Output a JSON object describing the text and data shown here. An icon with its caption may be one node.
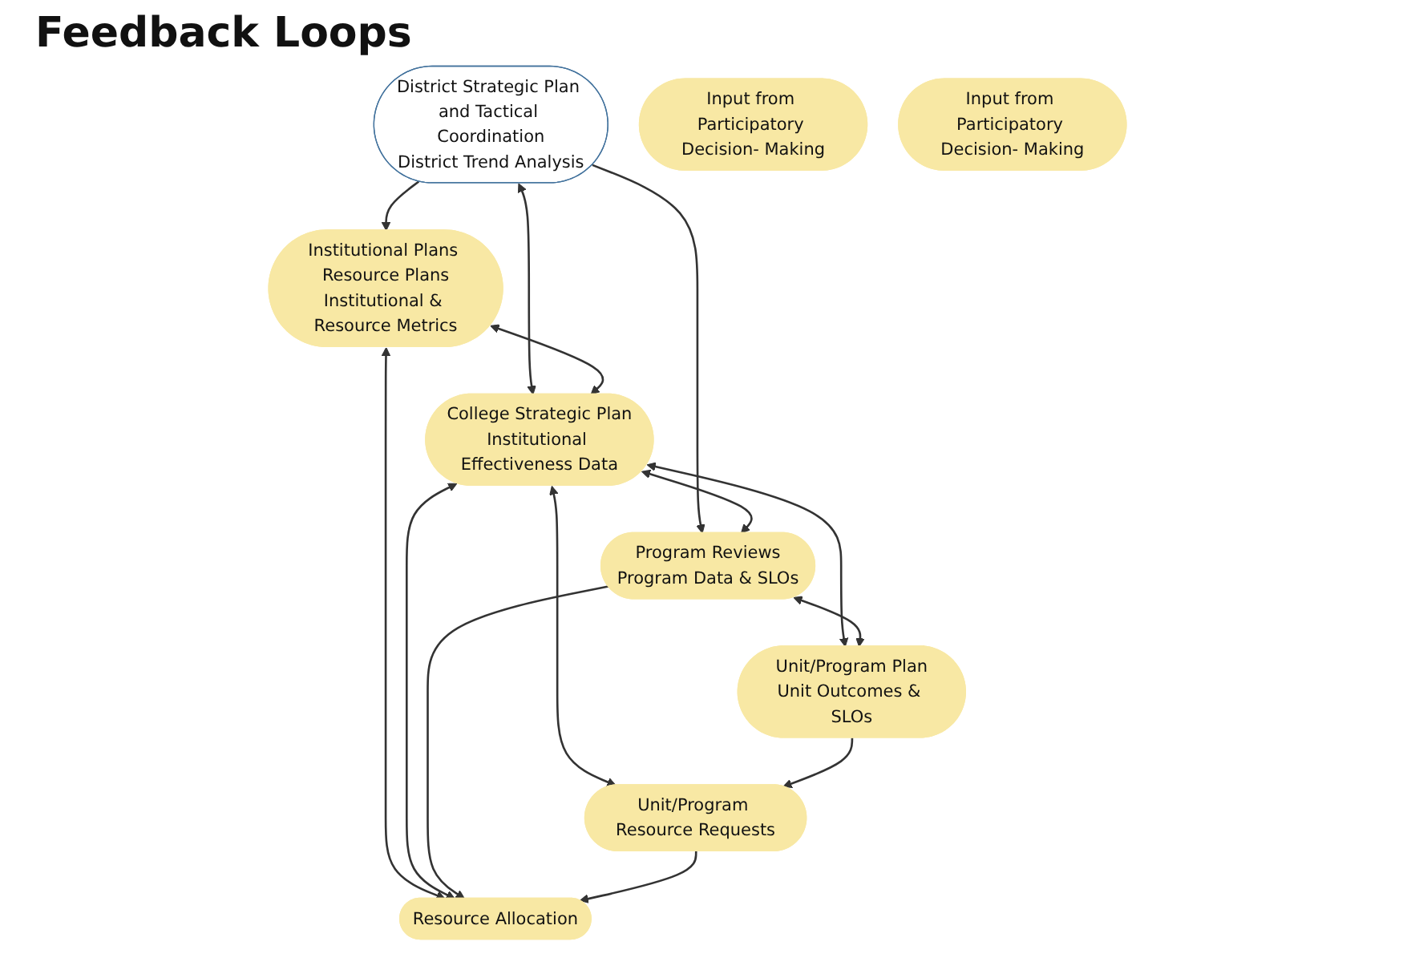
{
  "diagram": {
    "title": "Feedback Loops",
    "nodes": [
      {
        "text": [
          "District Strategic Plan and Tactical Coordination",
          "District Trend Analysis"
        ]
      },
      {
        "text": [
          "Institutional Plans Resource Plans",
          "Institutional & Resource Metrics"
        ]
      },
      {
        "text": [
          "College Strategic Plan",
          "Institutional Effectiveness Data"
        ]
      },
      {
        "text": [
          "Program Reviews",
          "Program Data & SLOs"
        ]
      },
      {
        "text": [
          "Resource Allocation"
        ]
      },
      {
        "text": [
          "Unit/Program Resource Requests"
        ]
      },
      {
        "text": [
          "Unit/Program Plan",
          "Unit Outcomes & SLOs"
        ]
      },
      {
        "text": [
          "Input from Participatory Decision- Making"
        ]
      },
      {
        "text": [
          "Input from Participatory Decision- Making"
        ]
      }
    ],
    "edges": [
      {
        "from": 0,
        "to": 1,
        "arrow": "to"
      },
      {
        "from": 0,
        "to": 3,
        "arrow": "to"
      },
      {
        "from": 0,
        "to": 2,
        "arrow": "both"
      },
      {
        "from": 1,
        "to": 2,
        "arrow": "both"
      },
      {
        "from": 2,
        "to": 3,
        "arrow": "both"
      },
      {
        "from": 1,
        "to": 4,
        "arrow": "both"
      },
      {
        "from": 2,
        "to": 4,
        "arrow": "both"
      },
      {
        "from": 3,
        "to": 4,
        "arrow": "to"
      },
      {
        "from": 2,
        "to": 5,
        "arrow": "both"
      },
      {
        "from": 2,
        "to": 6,
        "arrow": "both"
      },
      {
        "from": 3,
        "to": 6,
        "arrow": "both"
      },
      {
        "from": 5,
        "to": 4,
        "arrow": "to"
      },
      {
        "from": 6,
        "to": 5,
        "arrow": "to"
      }
    ]
  }
}
